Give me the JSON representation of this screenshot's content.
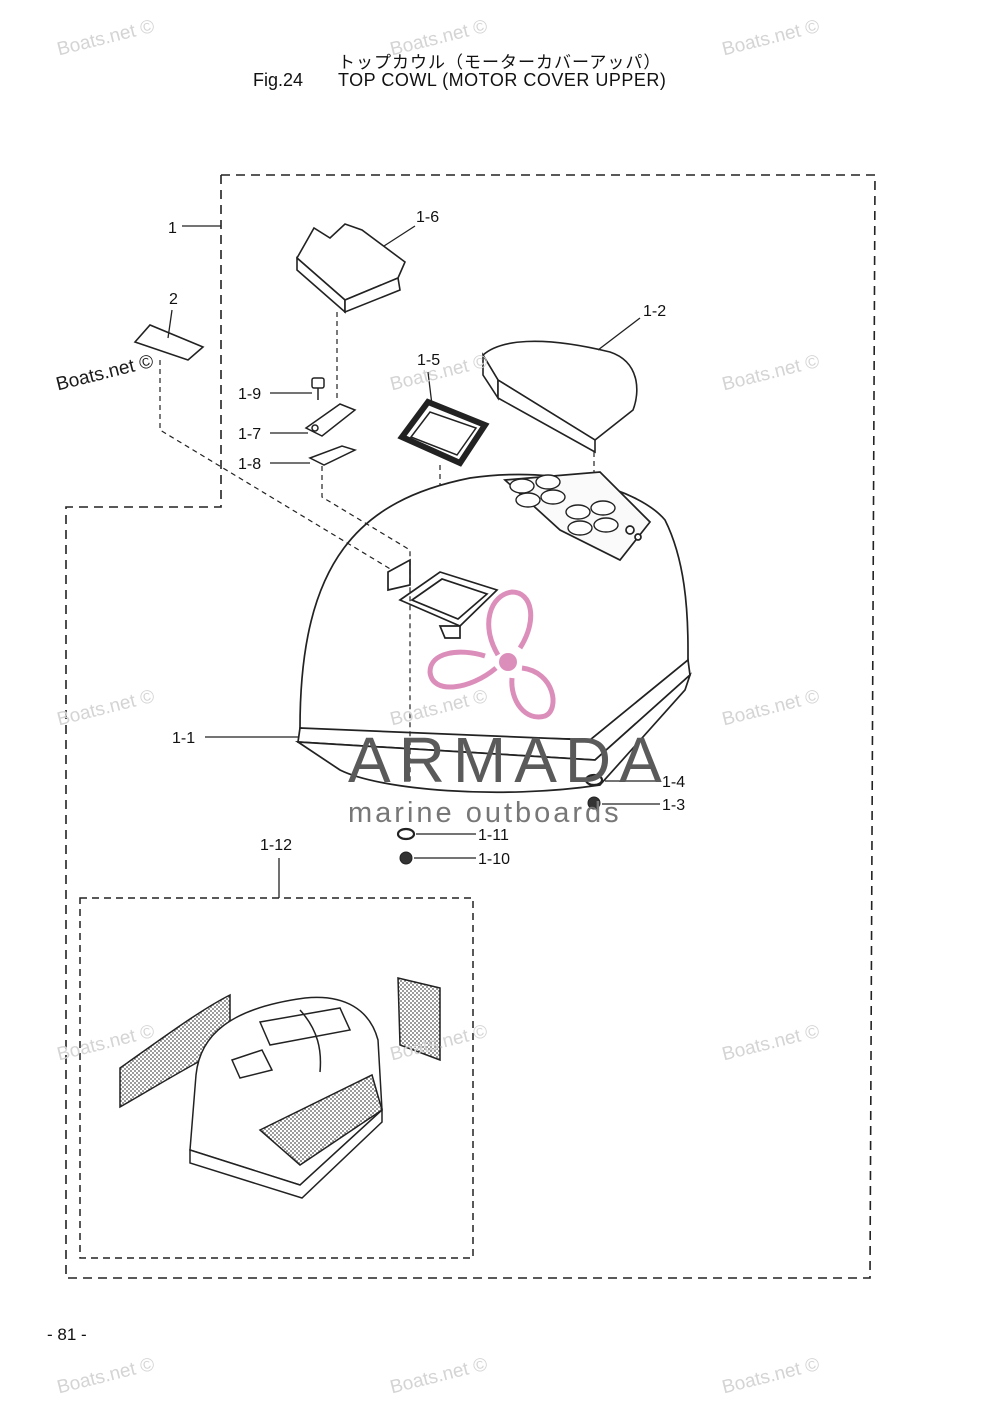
{
  "header": {
    "title_jp": "トップカウル（モーターカバーアッパ）",
    "fig_label": "Fig.24",
    "title_en": "TOP COWL (MOTOR COVER UPPER)"
  },
  "part_labels": {
    "p1": "1",
    "p2": "2",
    "p1_1": "1-1",
    "p1_2": "1-2",
    "p1_3": "1-3",
    "p1_4": "1-4",
    "p1_5": "1-5",
    "p1_6": "1-6",
    "p1_7": "1-7",
    "p1_8": "1-8",
    "p1_9": "1-9",
    "p1_10": "1-10",
    "p1_11": "1-11",
    "p1_12": "1-12"
  },
  "watermark": {
    "text": "Boats.net",
    "copyright": "©"
  },
  "logo": {
    "name": "ARMADA",
    "tagline": "marine outboards",
    "accent_color": "#d77bb0"
  },
  "footer": {
    "page_number": "- 81 -"
  }
}
